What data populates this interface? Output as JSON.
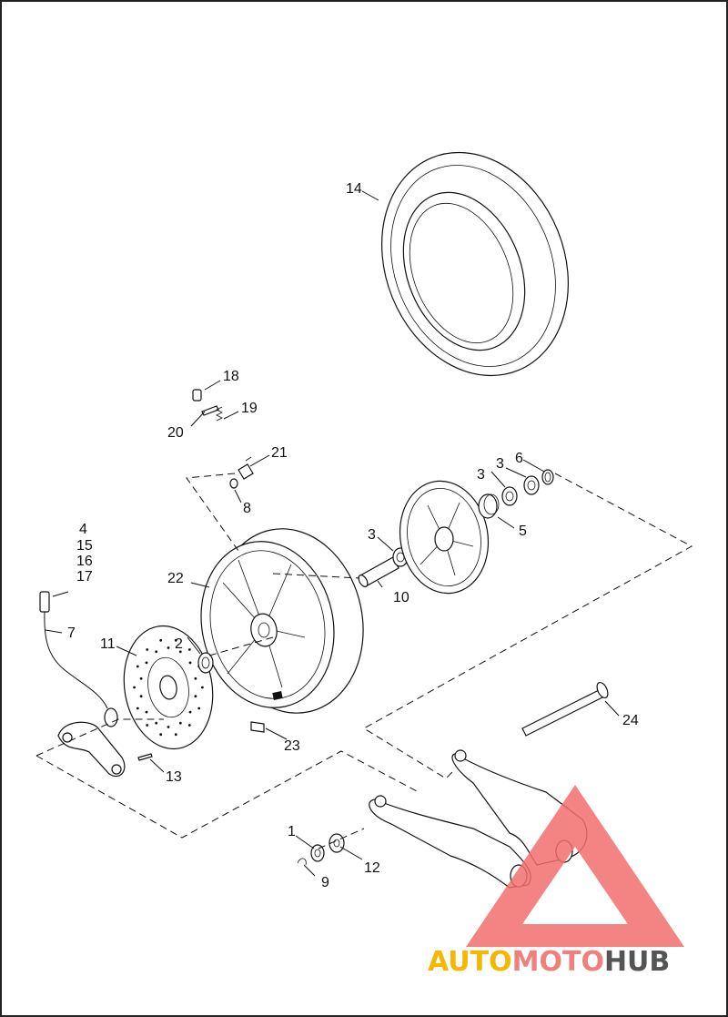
{
  "callouts": [
    {
      "id": "c1",
      "text": "1"
    },
    {
      "id": "c2",
      "text": "2"
    },
    {
      "id": "c3a",
      "text": "3"
    },
    {
      "id": "c3b",
      "text": "3"
    },
    {
      "id": "c3c",
      "text": "3"
    },
    {
      "id": "c4",
      "text": "4"
    },
    {
      "id": "c5",
      "text": "5"
    },
    {
      "id": "c6",
      "text": "6"
    },
    {
      "id": "c7",
      "text": "7"
    },
    {
      "id": "c8",
      "text": "8"
    },
    {
      "id": "c9",
      "text": "9"
    },
    {
      "id": "c10",
      "text": "10"
    },
    {
      "id": "c11",
      "text": "11"
    },
    {
      "id": "c12",
      "text": "12"
    },
    {
      "id": "c13",
      "text": "13"
    },
    {
      "id": "c14",
      "text": "14"
    },
    {
      "id": "c15",
      "text": "15"
    },
    {
      "id": "c16",
      "text": "16"
    },
    {
      "id": "c17",
      "text": "17"
    },
    {
      "id": "c18",
      "text": "18"
    },
    {
      "id": "c19",
      "text": "19"
    },
    {
      "id": "c20",
      "text": "20"
    },
    {
      "id": "c21",
      "text": "21"
    },
    {
      "id": "c22",
      "text": "22"
    },
    {
      "id": "c23",
      "text": "23"
    },
    {
      "id": "c24",
      "text": "24"
    }
  ],
  "watermark": {
    "part1": "AUTO",
    "part2": "MOTO",
    "part3": "HUB",
    "color1": "#f5b800",
    "color2": "#f08080",
    "color3": "#555555",
    "triangle_color": "#f26d6d"
  }
}
